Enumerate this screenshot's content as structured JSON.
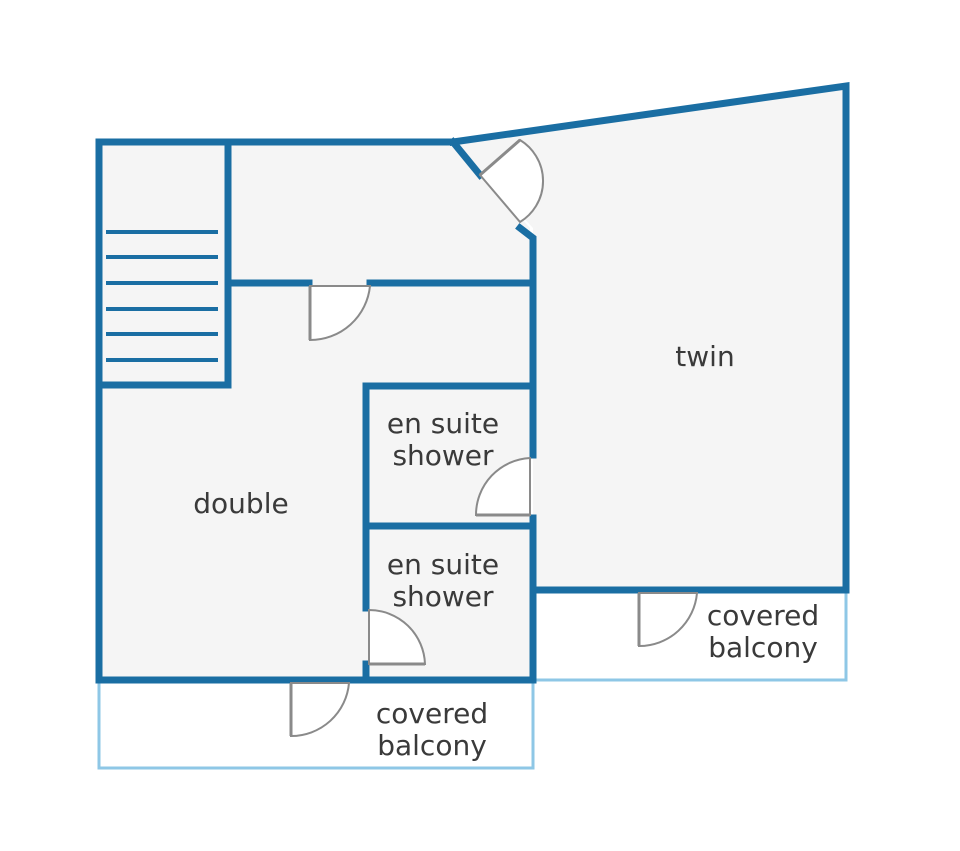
{
  "rooms": {
    "twin": "twin",
    "double": "double",
    "ensuite_upper": [
      "en suite",
      "shower"
    ],
    "ensuite_lower": [
      "en suite",
      "shower"
    ],
    "balcony_right": [
      "covered",
      "balcony"
    ],
    "balcony_bottom": [
      "covered",
      "balcony"
    ]
  },
  "colors": {
    "wall": "#1a6ea3",
    "balcony_outline": "#8ec7e6",
    "floor": "#f5f5f5",
    "door": "#8a8a8a",
    "text": "#3a3a3a"
  }
}
